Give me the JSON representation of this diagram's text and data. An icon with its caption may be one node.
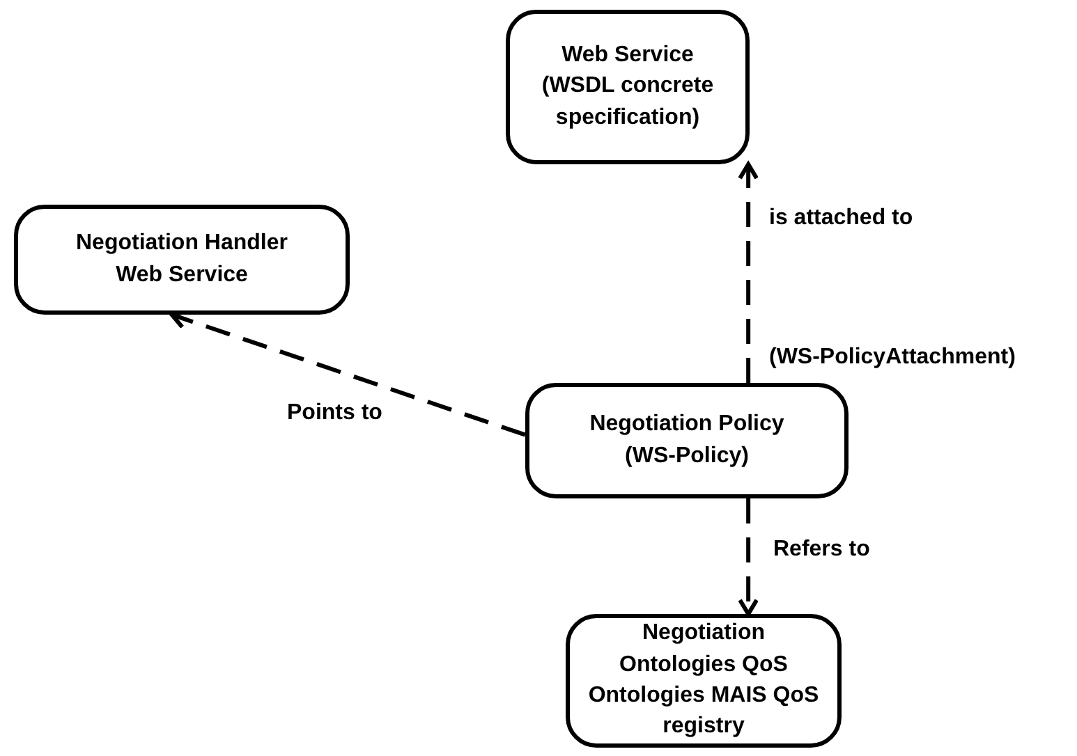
{
  "diagram": {
    "nodes": [
      {
        "text": [
          "Web Service (WSDL concrete specification)"
        ]
      },
      {
        "text": [
          "Negotiation Handler Web Service"
        ]
      },
      {
        "text": [
          "Negotiation Policy (WS-Policy)"
        ]
      },
      {
        "text": [
          "Negotiation Ontologies QoS Ontologies MAIS QoS registry"
        ]
      }
    ],
    "edges": [
      {
        "from": 2,
        "to": 0,
        "arrow": "to",
        "label": "is attached to",
        "style": "dashed"
      },
      {
        "from": 2,
        "to": 1,
        "arrow": "to",
        "label": "Points to",
        "style": "dashed"
      },
      {
        "from": 2,
        "to": 3,
        "arrow": "to",
        "label": "Refers to",
        "style": "dashed"
      }
    ],
    "labels": [
      "(WS-PolicyAttachment)"
    ]
  }
}
